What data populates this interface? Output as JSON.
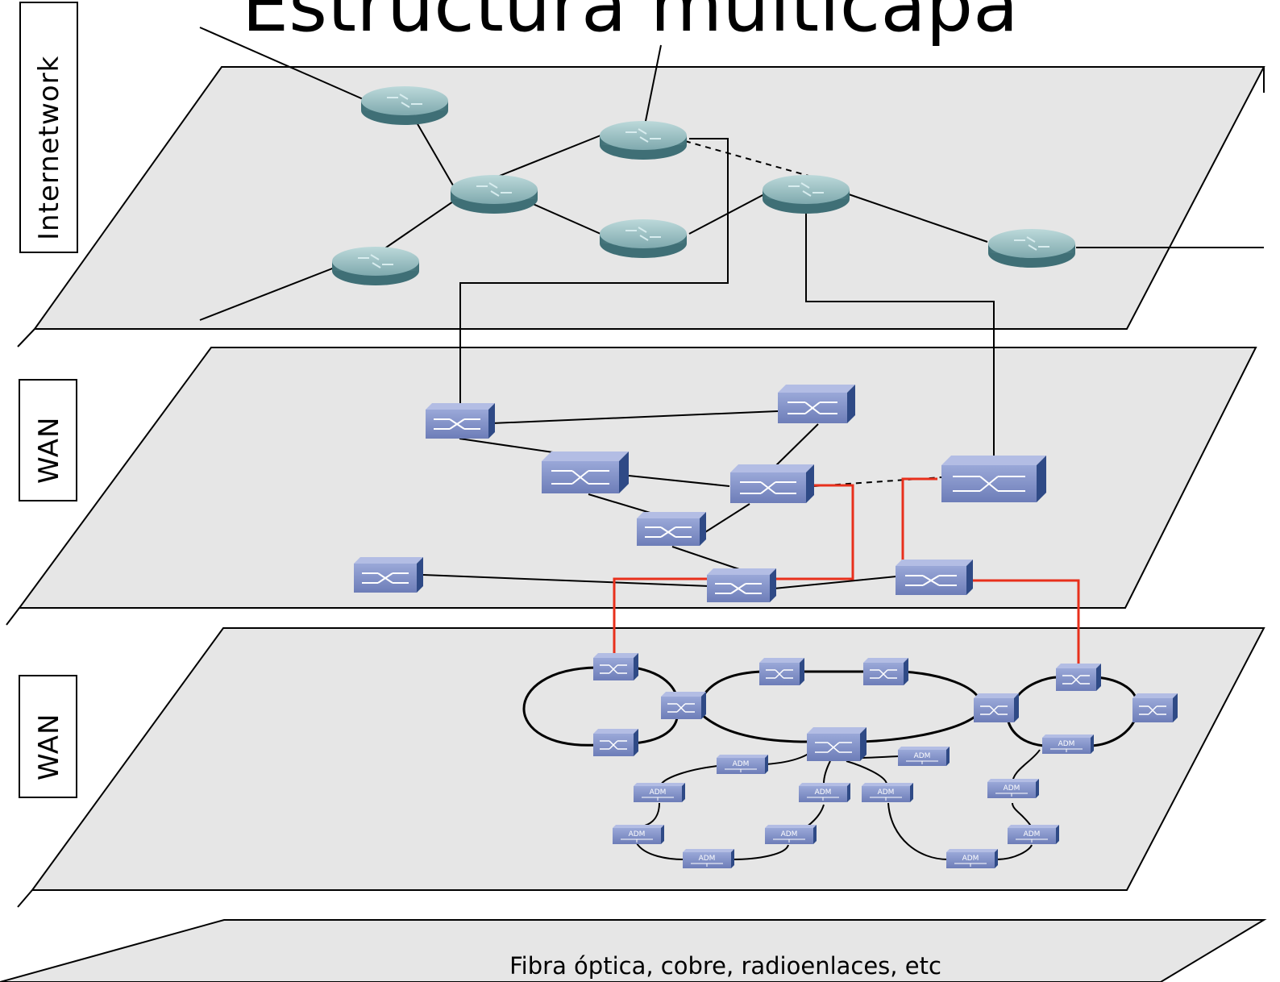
{
  "title": "Estructura multicapa",
  "layers": [
    {
      "label": "Internetwork"
    },
    {
      "label": "WAN"
    },
    {
      "label": "WAN"
    }
  ],
  "base_label": "Fibra óptica, cobre, radioenlaces, etc",
  "device_labels": {
    "adm": "ADM"
  },
  "colors": {
    "plane_fill": "#e6e6e6",
    "plane_stroke": "#000000",
    "router_top": "#9fc3c6",
    "router_body": "#5f8f95",
    "switch_front": "#7f8fc6",
    "switch_side": "#2f4a86",
    "interlayer_link": "#e8301c"
  },
  "icons": {
    "router": "router-icon",
    "switch": "switch-icon",
    "adm": "adm-icon"
  }
}
